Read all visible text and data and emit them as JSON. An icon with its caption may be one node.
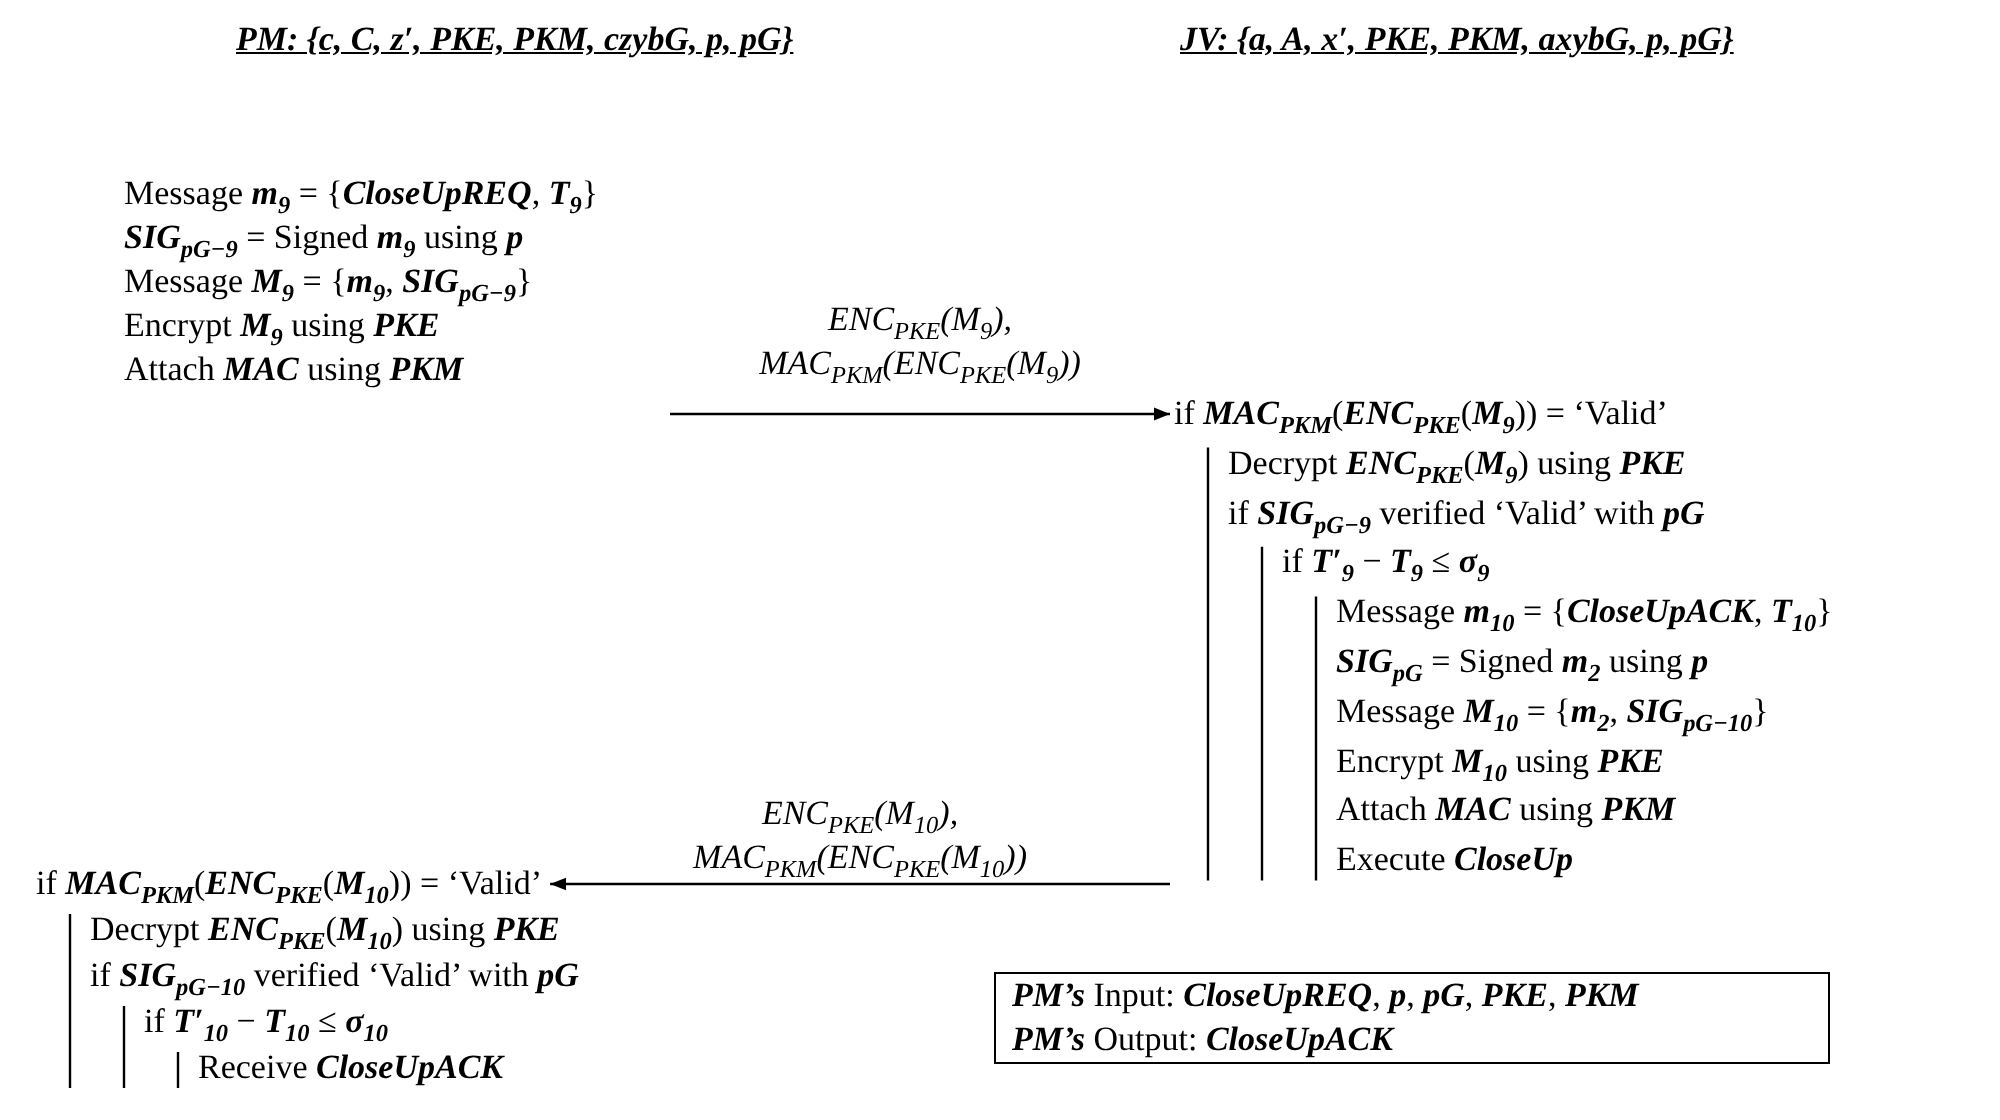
{
  "diagram": {
    "nodes": [
      {
        "text": [
          "Message **m**$_{9}$ = {**CloseUpREQ**, **T**$_{9}$}",
          "**SIG**$_{pG−9}$ = Signed **m**$_{9}$ using **p**",
          "Message **M**$_{9}$ = {**m**$_{9}$, **SIG**$_{pG−9}$}",
          "Encrypt **M**$_{9}$ using **PKE**",
          "Attach **MAC** using **PKM**"
        ]
      },
      {
        "text": [
          "if **MAC**$_{PKM}$(**ENC**$_{PKE}$(**M**$_{9}$)) = ‘Valid’",
          "Decrypt **ENC**$_{PKE}$(**M**$_{9}$) using **PKE**",
          "if **SIG**$_{pG−9}$ verified ‘Valid’ with **pG**",
          "if **T′**$_{9}$ − **T**$_{9}$ ≤ **σ**$_{9}$",
          "Message **m**$_{10}$ = {**CloseUpACK**, **T**$_{10}$}",
          "**SIG**$_{pG}$ = Signed **m**$_{2}$ using **p**",
          "Message **M**$_{10}$ = {**m**$_{2}$, **SIG**$_{pG−10}$}",
          "Encrypt **M**$_{10}$ using **PKE**",
          "Attach **MAC** using **PKM**",
          "Execute **CloseUp**"
        ]
      },
      {
        "text": [
          "if **MAC**$_{PKM}$(**ENC**$_{PKE}$(**M**$_{10}$)) = ‘Valid’",
          "Decrypt **ENC**$_{PKE}$(**M**$_{10}$) using **PKE**",
          "if **SIG**$_{pG−10}$ verified ‘Valid’ with **pG**",
          "if **T′**$_{10}$ − **T**$_{10}$ ≤ **σ**$_{10}$",
          "Receive **CloseUpACK**"
        ]
      },
      {
        "text": [
          "**PM’s** Input: **CloseUpREQ**, **p**, **pG**, **PKE**, **PKM**",
          "**PM’s** Output: **CloseUpACK**"
        ]
      }
    ],
    "edges": [
      {
        "from": 0,
        "to": 1,
        "arrow": "to",
        "label": "ENC$_{PKE}$(M$_{9}$), MAC$_{PKM}$(ENC$_{PKE}$(M$_{9}$))"
      },
      {
        "from": 1,
        "to": 2,
        "arrow": "to",
        "label": "ENC$_{PKE}$(M$_{10}$), MAC$_{PKM}$(ENC$_{PKE}$(M$_{10}$))"
      }
    ],
    "labels": [
      "PM: {c, C, z′, PKE, PKM, czybG, p, pG}",
      "JV: {a, A, x′, PKE, PKM, axybG, p, pG}"
    ]
  }
}
